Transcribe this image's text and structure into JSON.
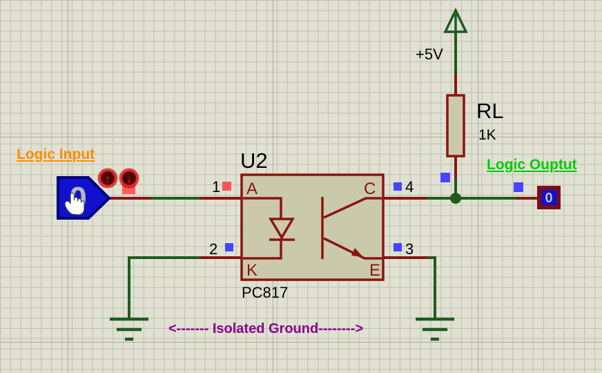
{
  "colors": {
    "background": "#e0e1d3",
    "grid_minor": "#bcc0ab",
    "grid_major": "#a9ad97",
    "wire_green": "#1e5a1e",
    "wire_red": "#8a1510",
    "component_fill": "#cbc9ab",
    "component_outline": "#8a1510",
    "logic_high_marker": "#ff5252",
    "logic_low_marker": "#4545ff",
    "input_fill_blue": "#1111cc",
    "state_text_gray": "#b8b8b8",
    "label_orange": "#ff8c00",
    "label_green": "#00cc00",
    "label_purple": "#8b008b",
    "toggle_ring_red": "#ff1c1c"
  },
  "input": {
    "label": "Logic Input",
    "state": "0",
    "toggle_up_glyph": "↑",
    "toggle_down_glyph": "↓"
  },
  "output": {
    "label": "Logic Ouptut",
    "state": "0"
  },
  "optocoupler": {
    "ref": "U2",
    "part": "PC817",
    "pins": [
      {
        "number": "1",
        "name": "A"
      },
      {
        "number": "2",
        "name": "K"
      },
      {
        "number": "3",
        "name": "E"
      },
      {
        "number": "4",
        "name": "C"
      }
    ]
  },
  "resistor": {
    "ref": "RL",
    "value": "1K"
  },
  "power": {
    "label": "+5V"
  },
  "notes": {
    "isolated_ground": "<------- Isolated Ground-------->"
  }
}
